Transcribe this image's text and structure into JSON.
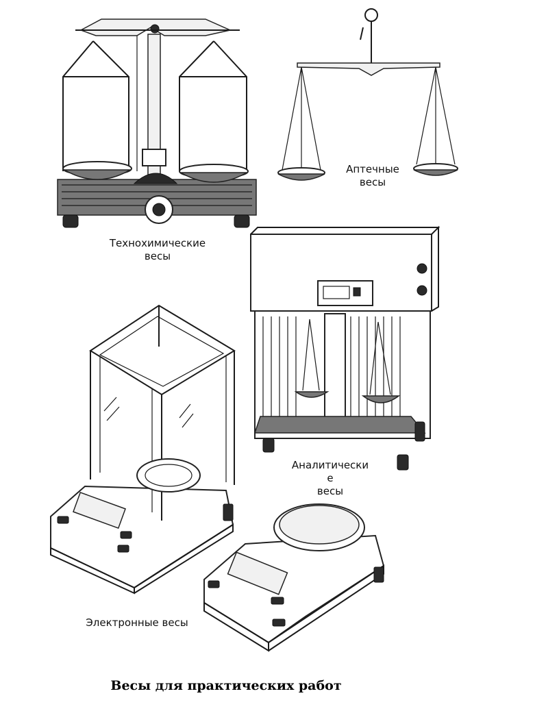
{
  "labels": {
    "technochemical_line1": "Технохимические",
    "technochemical_line2": "весы",
    "pharmacy_line1": "Аптечные",
    "pharmacy_line2": "весы",
    "analytical_line1": "Аналитически",
    "analytical_line2": "е",
    "analytical_line3": "весы",
    "electronic": "Электронные весы"
  },
  "caption": "Весы для практических работ",
  "colors": {
    "ink": "#1a1a1a",
    "background": "#ffffff"
  }
}
